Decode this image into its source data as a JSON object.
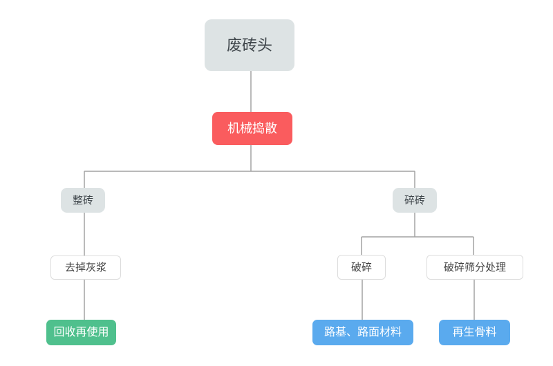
{
  "diagram": {
    "type": "flowchart",
    "direction": "top-down",
    "nodes": {
      "root": {
        "label": "废砖头",
        "style": "gray-rounded"
      },
      "mechanical": {
        "label": "机械捣散",
        "style": "red"
      },
      "whole_brick": {
        "label": "整砖",
        "style": "gray-rounded"
      },
      "broken_brick": {
        "label": "碎砖",
        "style": "gray-rounded"
      },
      "remove_mortar": {
        "label": "去掉灰浆",
        "style": "white-bordered"
      },
      "crushing": {
        "label": "破碎",
        "style": "white-bordered"
      },
      "crushing_screening": {
        "label": "破碎筛分处理",
        "style": "white-bordered"
      },
      "recycle_reuse": {
        "label": "回收再使用",
        "style": "green"
      },
      "road_material": {
        "label": "路基、路面材料",
        "style": "blue"
      },
      "recycled_aggregate": {
        "label": "再生骨料",
        "style": "blue"
      }
    },
    "edges": [
      {
        "from": "废砖头",
        "to": "机械捣散"
      },
      {
        "from": "机械捣散",
        "to": "整砖"
      },
      {
        "from": "机械捣散",
        "to": "碎砖"
      },
      {
        "from": "整砖",
        "to": "去掉灰浆"
      },
      {
        "from": "去掉灰浆",
        "to": "回收再使用"
      },
      {
        "from": "碎砖",
        "to": "破碎"
      },
      {
        "from": "碎砖",
        "to": "破碎筛分处理"
      },
      {
        "from": "破碎",
        "to": "路基、路面材料"
      },
      {
        "from": "破碎筛分处理",
        "to": "再生骨料"
      }
    ],
    "colors": {
      "background": "#ffffff",
      "node_gray": "#dde3e4",
      "node_red": "#fa5c5e",
      "node_green": "#4fc08d",
      "node_blue": "#5aaaee",
      "node_white_border": "#dcdcdc",
      "text_dark": "#3e454a",
      "text_light": "#ffffff",
      "connector": "#a2a2a2"
    }
  }
}
